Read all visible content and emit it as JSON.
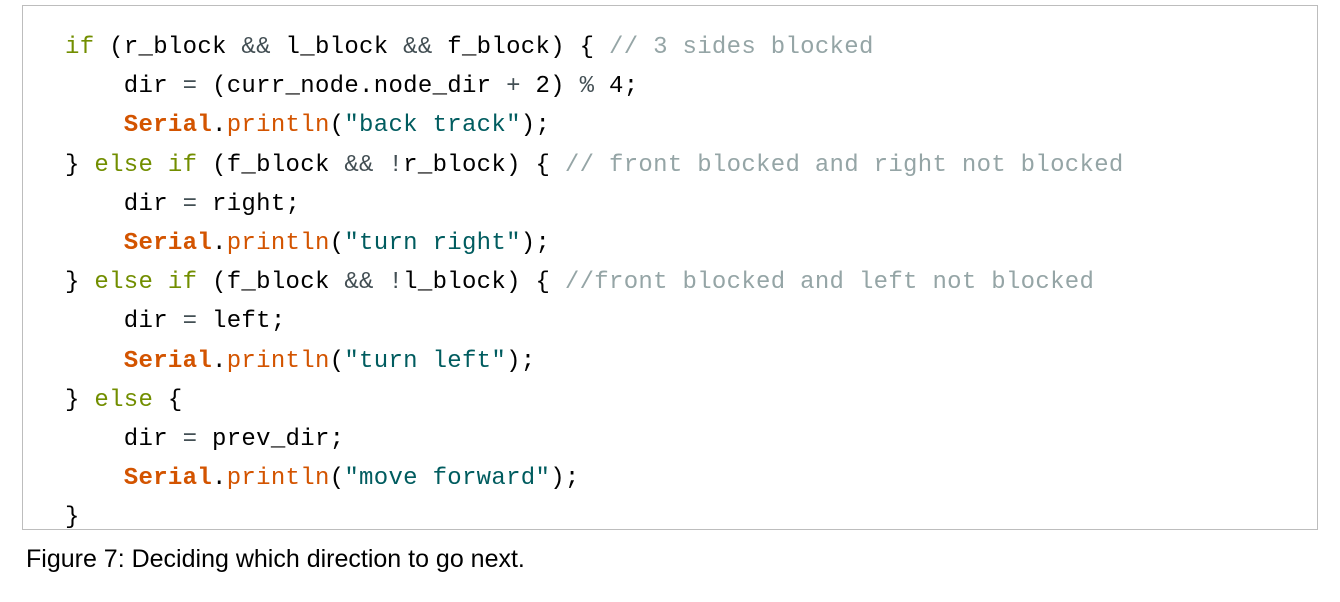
{
  "code": {
    "colors": {
      "keyword": "#728e00",
      "comment": "#95a5a6",
      "class": "#d35400",
      "function": "#d35400",
      "string": "#005c5f",
      "operator": "#434f54",
      "text": "#000000"
    },
    "lines": [
      [
        {
          "t": "if",
          "k": "kw"
        },
        {
          "t": " (",
          "k": "p"
        },
        {
          "t": "r_block",
          "k": "id"
        },
        {
          "t": " && ",
          "k": "op"
        },
        {
          "t": "l_block",
          "k": "id"
        },
        {
          "t": " && ",
          "k": "op"
        },
        {
          "t": "f_block",
          "k": "id"
        },
        {
          "t": ") { ",
          "k": "p"
        },
        {
          "t": "// 3 sides blocked",
          "k": "cm"
        }
      ],
      [
        {
          "t": "    dir",
          "k": "id"
        },
        {
          "t": " = ",
          "k": "op"
        },
        {
          "t": "(curr_node.node_dir ",
          "k": "id"
        },
        {
          "t": "+",
          "k": "op"
        },
        {
          "t": " 2) ",
          "k": "id"
        },
        {
          "t": "%",
          "k": "op"
        },
        {
          "t": " 4;",
          "k": "id"
        }
      ],
      [
        {
          "t": "    Serial",
          "k": "cls"
        },
        {
          "t": ".",
          "k": "p"
        },
        {
          "t": "println",
          "k": "fn"
        },
        {
          "t": "(",
          "k": "p"
        },
        {
          "t": "\"back track\"",
          "k": "str"
        },
        {
          "t": ");",
          "k": "p"
        }
      ],
      [
        {
          "t": "} ",
          "k": "p"
        },
        {
          "t": "else if",
          "k": "kw"
        },
        {
          "t": " (",
          "k": "p"
        },
        {
          "t": "f_block",
          "k": "id"
        },
        {
          "t": " && ",
          "k": "op"
        },
        {
          "t": "!",
          "k": "op"
        },
        {
          "t": "r_block",
          "k": "id"
        },
        {
          "t": ") { ",
          "k": "p"
        },
        {
          "t": "// front blocked and right not blocked",
          "k": "cm"
        }
      ],
      [
        {
          "t": "    dir",
          "k": "id"
        },
        {
          "t": " = ",
          "k": "op"
        },
        {
          "t": "right;",
          "k": "id"
        }
      ],
      [
        {
          "t": "    Serial",
          "k": "cls"
        },
        {
          "t": ".",
          "k": "p"
        },
        {
          "t": "println",
          "k": "fn"
        },
        {
          "t": "(",
          "k": "p"
        },
        {
          "t": "\"turn right\"",
          "k": "str"
        },
        {
          "t": ");",
          "k": "p"
        }
      ],
      [
        {
          "t": "} ",
          "k": "p"
        },
        {
          "t": "else if",
          "k": "kw"
        },
        {
          "t": " (",
          "k": "p"
        },
        {
          "t": "f_block",
          "k": "id"
        },
        {
          "t": " && ",
          "k": "op"
        },
        {
          "t": "!",
          "k": "op"
        },
        {
          "t": "l_block",
          "k": "id"
        },
        {
          "t": ") { ",
          "k": "p"
        },
        {
          "t": "//front blocked and left not blocked",
          "k": "cm"
        }
      ],
      [
        {
          "t": "    dir",
          "k": "id"
        },
        {
          "t": " = ",
          "k": "op"
        },
        {
          "t": "left;",
          "k": "id"
        }
      ],
      [
        {
          "t": "    Serial",
          "k": "cls"
        },
        {
          "t": ".",
          "k": "p"
        },
        {
          "t": "println",
          "k": "fn"
        },
        {
          "t": "(",
          "k": "p"
        },
        {
          "t": "\"turn left\"",
          "k": "str"
        },
        {
          "t": ");",
          "k": "p"
        }
      ],
      [
        {
          "t": "} ",
          "k": "p"
        },
        {
          "t": "else",
          "k": "kw"
        },
        {
          "t": " {",
          "k": "p"
        }
      ],
      [
        {
          "t": "    dir",
          "k": "id"
        },
        {
          "t": " = ",
          "k": "op"
        },
        {
          "t": "prev_dir;",
          "k": "id"
        }
      ],
      [
        {
          "t": "    Serial",
          "k": "cls"
        },
        {
          "t": ".",
          "k": "p"
        },
        {
          "t": "println",
          "k": "fn"
        },
        {
          "t": "(",
          "k": "p"
        },
        {
          "t": "\"move forward\"",
          "k": "str"
        },
        {
          "t": ");",
          "k": "p"
        }
      ],
      [
        {
          "t": "}",
          "k": "p"
        }
      ]
    ]
  },
  "caption": {
    "text": "Figure 7: Deciding which direction to go next."
  }
}
